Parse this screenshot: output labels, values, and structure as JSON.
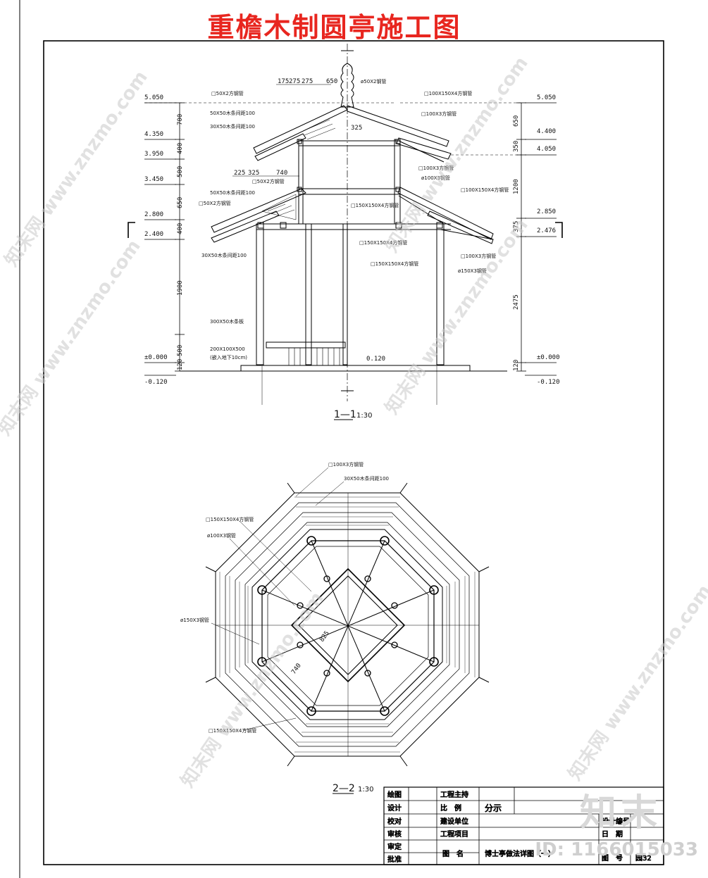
{
  "title": "重檐木制圆亭施工图",
  "section_1": {
    "label": "1—1",
    "scale": "1:30",
    "levels_left": [
      "5.050",
      "4.350",
      "3.950",
      "3.450",
      "2.800",
      "2.400",
      "±0.000",
      "-0.120"
    ],
    "levels_right": [
      "5.050",
      "4.400",
      "4.050",
      "2.850",
      "2.476",
      "±0.000",
      "-0.120"
    ],
    "dims_left": [
      "700",
      "400",
      "500",
      "650",
      "400",
      "1900",
      "500",
      "120"
    ],
    "dims_right": [
      "650",
      "350",
      "1200",
      "375",
      "2475",
      "120"
    ],
    "dims_top": [
      "175",
      "275",
      "275",
      "650"
    ],
    "dims_mid": [
      "225",
      "325",
      "740"
    ],
    "dim_325": "325",
    "floor_mark": "0.120",
    "notes_left": [
      "□50X2方钢管",
      "50X50木条间距100",
      "30X50木条间距100",
      "□50X2方钢管",
      "50X50木条间距100",
      "□50X2方钢管",
      "30X50木条间距100",
      "300X50木条板",
      "200X100X500",
      "(嵌入地下10cm)"
    ],
    "notes_right": [
      "ø50X2钢管",
      "□100X150X4方钢管",
      "□100X3方钢管",
      "□100X3方钢管",
      "ø100X3钢管",
      "□100X150X4方钢管",
      "□150X150X4方钢管",
      "□150X150X4方钢管",
      "□150X150X4方钢管",
      "□100X3方钢管",
      "ø150X3钢管"
    ]
  },
  "section_2": {
    "label": "2—2",
    "scale": "1:30",
    "notes": [
      "□100X3方钢管",
      "30X50木条间距100",
      "□150X150X4方钢管",
      "ø100X3钢管",
      "ø150X3钢管",
      "□150X150X4方钢管"
    ],
    "dims": [
      "825",
      "740"
    ]
  },
  "title_block": {
    "rows": [
      [
        "绘图",
        "",
        "工程主持",
        ""
      ],
      [
        "设计",
        "",
        "比　例",
        "分示"
      ],
      [
        "校对",
        "",
        "建设单位",
        ""
      ],
      [
        "审核",
        "",
        "工程项目",
        ""
      ],
      [
        "审定",
        "",
        "",
        ""
      ],
      [
        "批准",
        "",
        "图　名",
        "博士亭做法详图（一）"
      ]
    ],
    "right_labels": [
      "设计编号",
      "日　期",
      "图　号"
    ],
    "sheet_no": "园32"
  },
  "watermarks": [
    "知末网 www.znzmo.com"
  ],
  "brand": "知末",
  "image_id": "ID: 1166015033"
}
